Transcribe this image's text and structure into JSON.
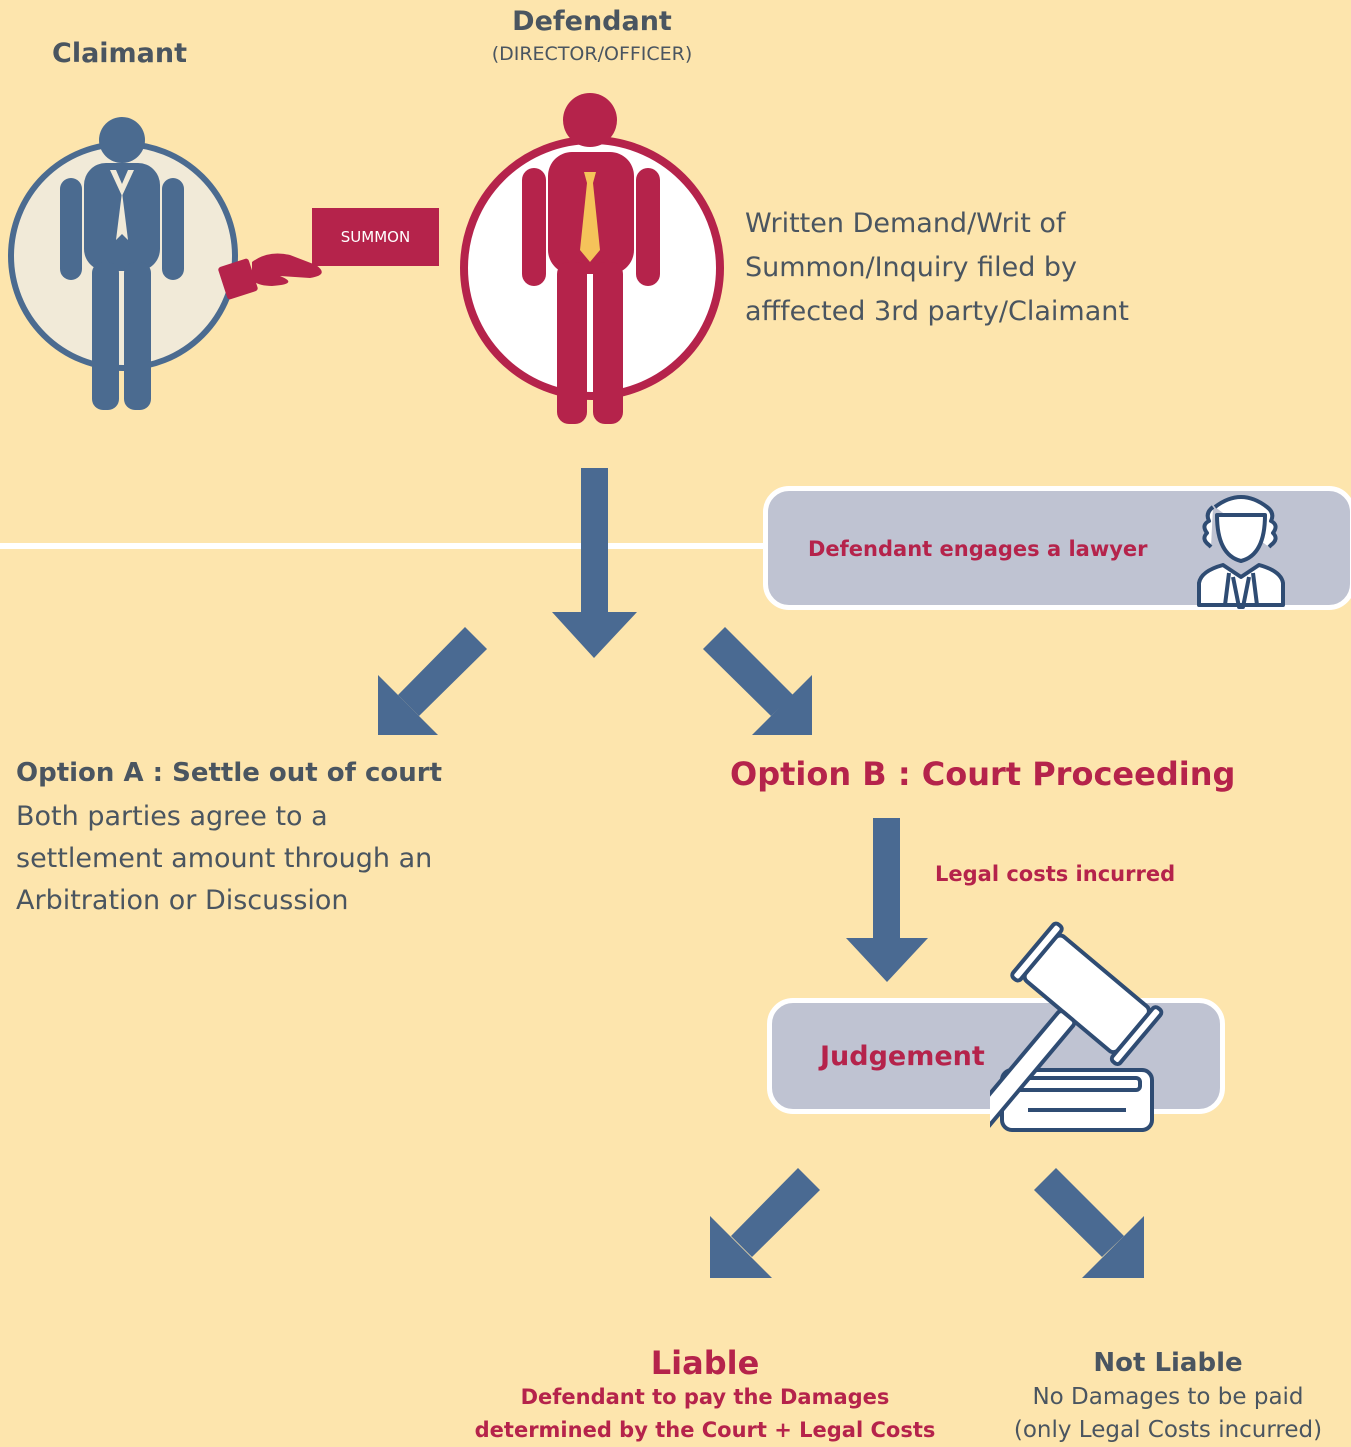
{
  "claimant": {
    "label": "Claimant"
  },
  "defendant": {
    "label": "Defendant",
    "sublabel": "(DIRECTOR/OFFICER)"
  },
  "summon": {
    "label": "SUMMON"
  },
  "written_demand": {
    "lines": [
      "Written Demand/Writ of",
      "Summon/Inquiry filed by",
      "afffected 3rd party/Claimant"
    ]
  },
  "lawyer": {
    "label": "Defendant engages a lawyer"
  },
  "option_a": {
    "title": "Option A : Settle out of court",
    "lines": [
      "Both parties agree to a",
      "settlement amount through an",
      "Arbitration or Discussion"
    ]
  },
  "option_b": {
    "title": "Option B : Court Proceeding"
  },
  "legal_costs": {
    "label": "Legal costs incurred"
  },
  "judgement": {
    "label": "Judgement"
  },
  "liable": {
    "title": "Liable",
    "lines": [
      "Defendant to pay the Damages",
      "determined by the Court + Legal Costs"
    ]
  },
  "not_liable": {
    "title": "Not Liable",
    "lines": [
      "No Damages to be paid",
      "(only Legal Costs incurred)"
    ]
  },
  "colors": {
    "background": "#fde5ad",
    "primary_red": "#b5234b",
    "arrow_blue": "#4a6a92",
    "box_gray": "#bfc3d2",
    "text_gray": "#4a5560",
    "claimant_blue": "#4b6b90",
    "tie_yellow": "#f5c35a"
  }
}
